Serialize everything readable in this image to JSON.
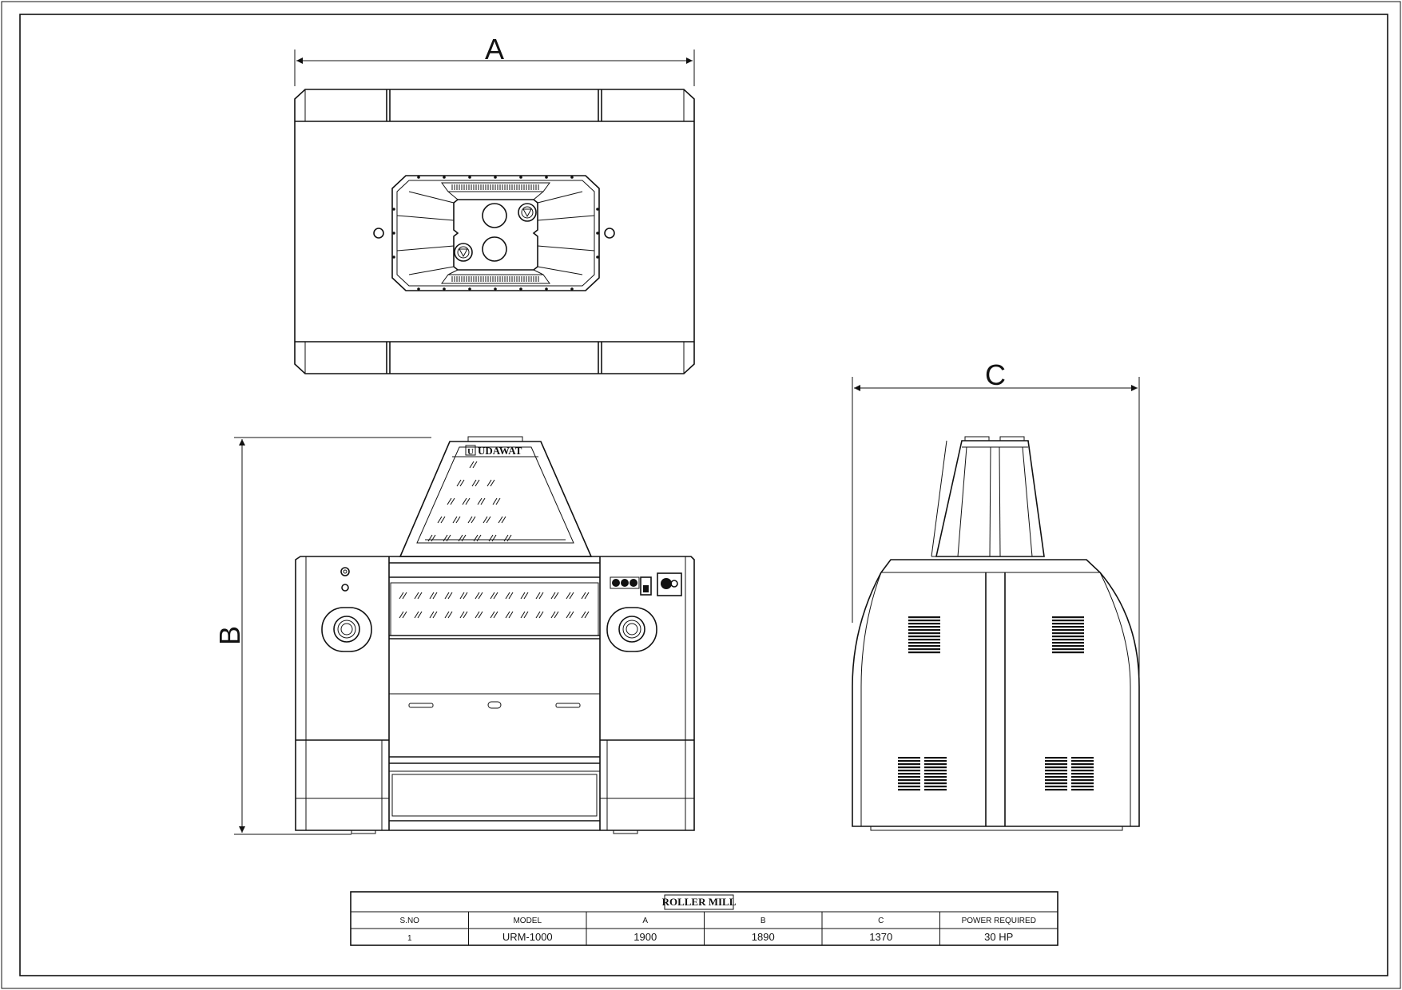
{
  "dimension_labels": {
    "a": "A",
    "b": "B",
    "c": "C"
  },
  "brand": {
    "logo_letter": "U",
    "name": "UDAWAT"
  },
  "spec_table": {
    "title": "ROLLER MILL",
    "headers": [
      "S.NO",
      "MODEL",
      "A",
      "B",
      "C",
      "POWER REQUIRED"
    ],
    "rows": [
      [
        "1",
        "URM-1000",
        "1900",
        "1890",
        "1370",
        "30 HP"
      ]
    ]
  }
}
